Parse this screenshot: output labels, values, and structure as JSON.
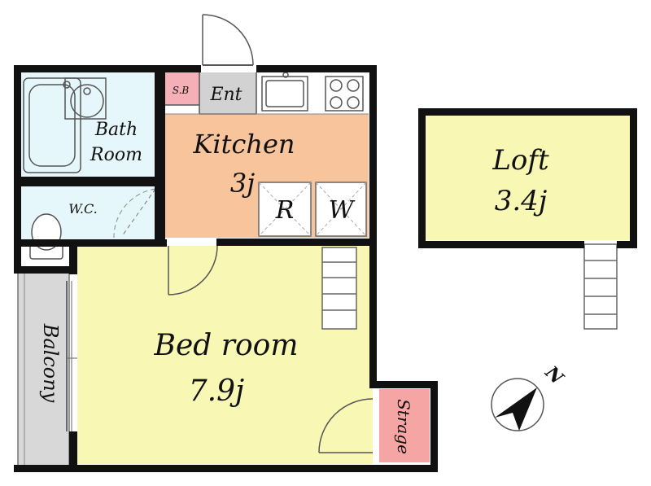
{
  "floorplan": {
    "rooms": {
      "bath": {
        "line1": "Bath",
        "line2": "Room"
      },
      "wc": {
        "label": "W.C."
      },
      "sb": {
        "label": "S.B"
      },
      "ent": {
        "label": "Ent"
      },
      "kitchen": {
        "name": "Kitchen",
        "size": "3j"
      },
      "refrigerator": {
        "label": "R"
      },
      "washer": {
        "label": "W"
      },
      "bedroom": {
        "name": "Bed room",
        "size": "7.9j"
      },
      "balcony": {
        "label": "Balcony"
      },
      "storage": {
        "label": "Strage"
      },
      "loft": {
        "name": "Loft",
        "size": "3.4j"
      }
    },
    "compass": {
      "label": "N"
    },
    "colors": {
      "wall": "#111111",
      "bath_fill": "#e6f7fb",
      "kitchen_fill": "#f7c49c",
      "bedroom_fill": "#f9f7b4",
      "storage_fill": "#f6a5a5",
      "sb_fill": "#f4b0b6",
      "entrance_fill": "#d2d2d2",
      "balcony_fill": "#d8d8d8"
    }
  }
}
